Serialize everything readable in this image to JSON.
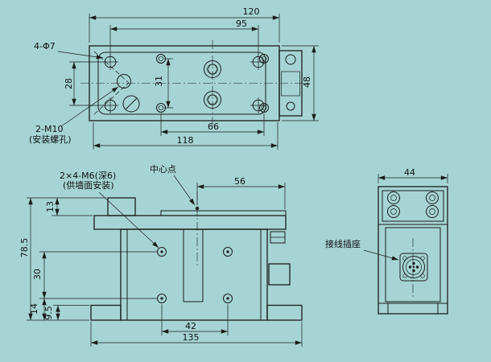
{
  "colors": {
    "background": "#a6d4d4",
    "line": "#1c1c1c"
  },
  "top_view": {
    "dims": {
      "overall_length": "120",
      "mount_hole_span": "95",
      "mount_hole_row_spacing": "28",
      "screw_row_spacing": "31",
      "body_width": "48",
      "screw_span": "66",
      "base_length": "118"
    },
    "labels": {
      "corner_holes": "4-Φ7",
      "mount_holes": "2-M10",
      "mount_holes_note": "(安装螺孔)"
    }
  },
  "front_view": {
    "dims": {
      "top_plate_height": "13",
      "overall_height": "78.5",
      "wall_hole_v_spacing": "30",
      "hole_to_bottom": "14",
      "base_height": "9.5",
      "center_to_right": "56",
      "wall_hole_h_spacing": "42",
      "base_length": "135"
    },
    "labels": {
      "wall_holes": "2×4-M6(深6)",
      "wall_holes_note": "(供墙面安装)",
      "center_point": "中心点"
    }
  },
  "side_view": {
    "dims": {
      "depth": "44"
    },
    "labels": {
      "connector": "接线插座"
    }
  }
}
